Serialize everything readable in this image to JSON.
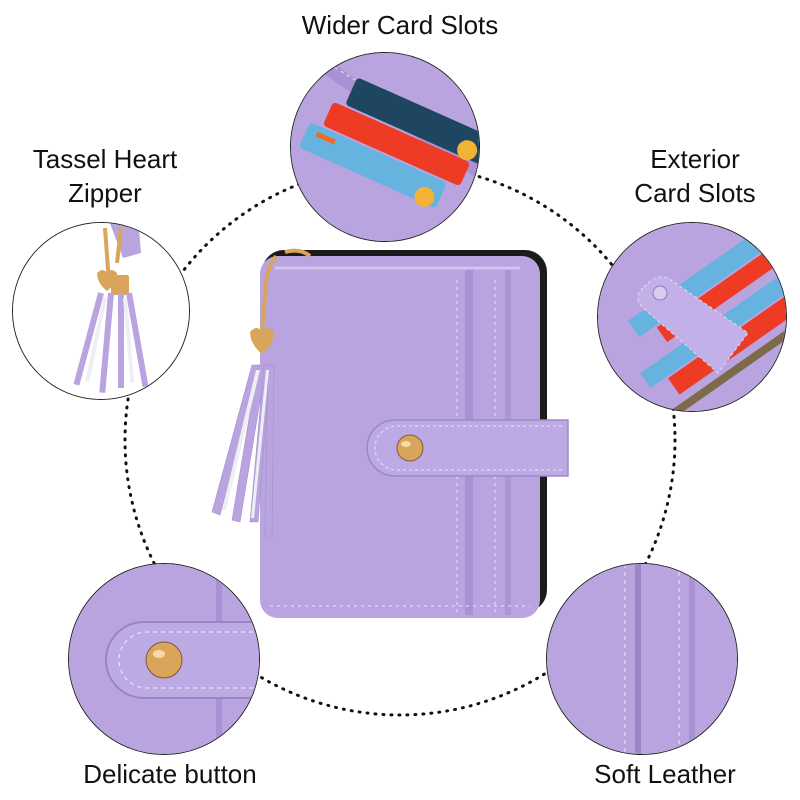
{
  "features": {
    "top": {
      "label": "Wider Card Slots"
    },
    "left": {
      "line1": "Tassel Heart",
      "line2": "Zipper"
    },
    "right": {
      "line1": "Exterior",
      "line2": "Card Slots"
    },
    "bottom_left": {
      "label": "Delicate button"
    },
    "bottom_right": {
      "label": "Soft Leather"
    }
  },
  "colors": {
    "leather": "#b9a4e0",
    "leather_dark": "#a18acb",
    "stitch": "#ece4fb",
    "gold": "#d8a55b",
    "card_red": "#ee3b24",
    "card_blue": "#67b3e0",
    "card_navy": "#1f4660"
  }
}
